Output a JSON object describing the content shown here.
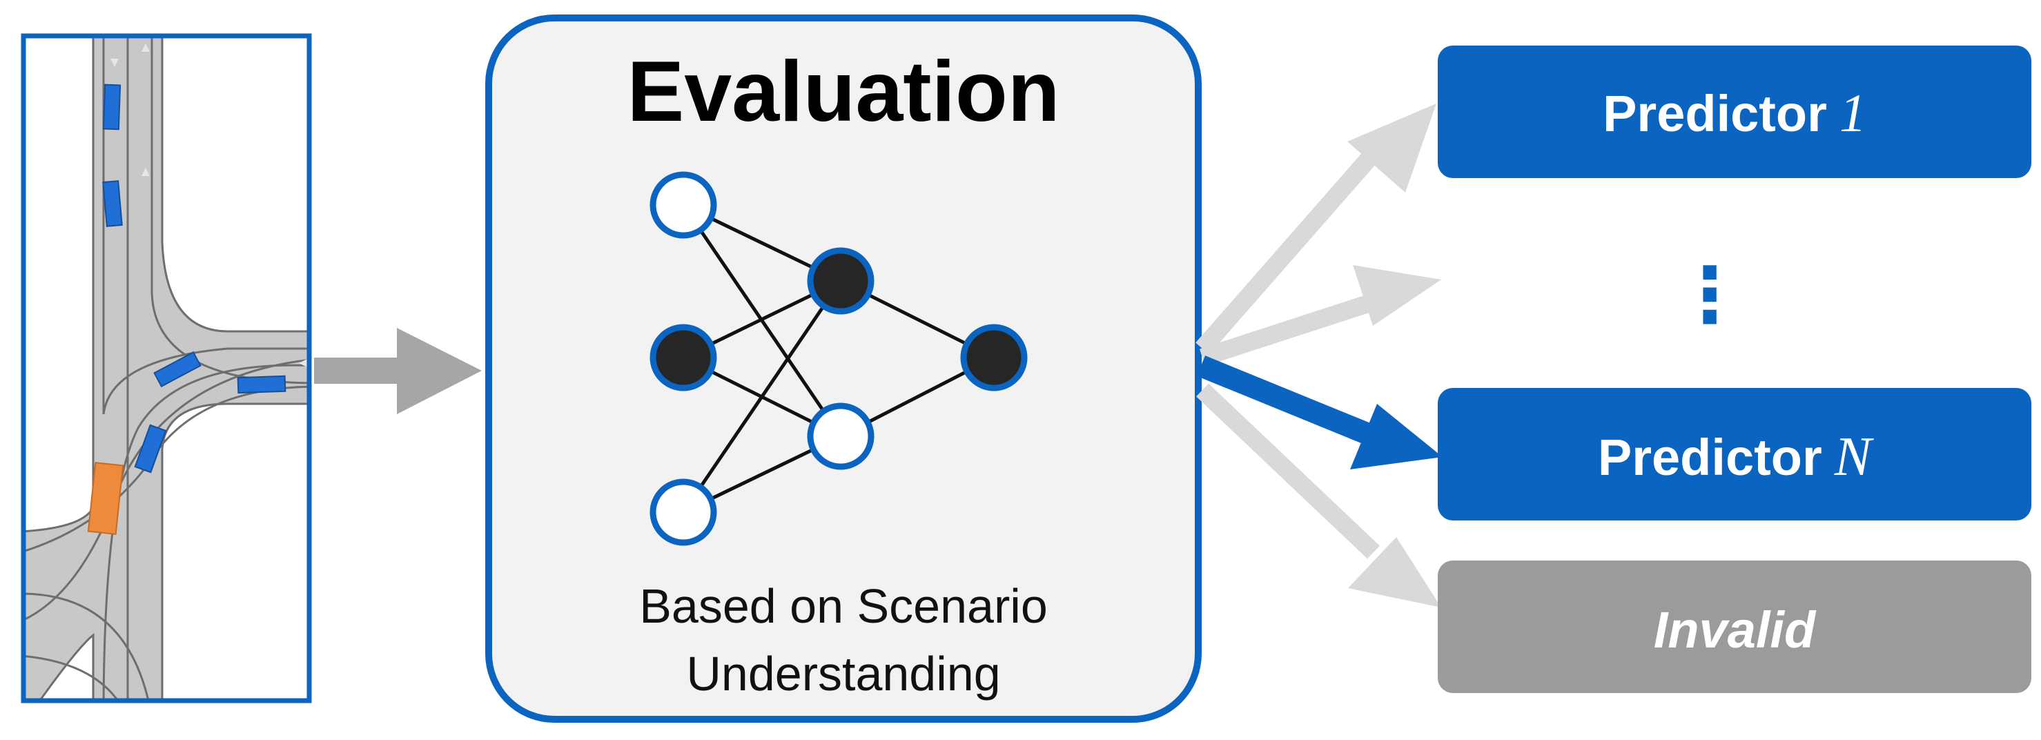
{
  "evaluation": {
    "title": "Evaluation",
    "caption_line1": "Based on Scenario",
    "caption_line2": "Understanding"
  },
  "outputs": {
    "predictor_1": {
      "label": "Predictor",
      "index": "1"
    },
    "ellipsis": "⋮",
    "predictor_n": {
      "label": "Predictor",
      "index": "N"
    },
    "invalid": "Invalid"
  },
  "colors": {
    "accent_blue": "#0A64C0",
    "panel_fill": "#F2F2F3",
    "arrow_gray": "#A6A6A6",
    "light_arrow": "#D9D9D9",
    "invalid_fill": "#9B9B9B",
    "ego_vehicle": "#EE8A3C",
    "other_vehicle": "#1F6FD6",
    "road": "#C8C8C8",
    "node_dark": "#262626"
  },
  "icons": {
    "scenario": "intersection-map-icon",
    "network": "neural-network-icon"
  }
}
